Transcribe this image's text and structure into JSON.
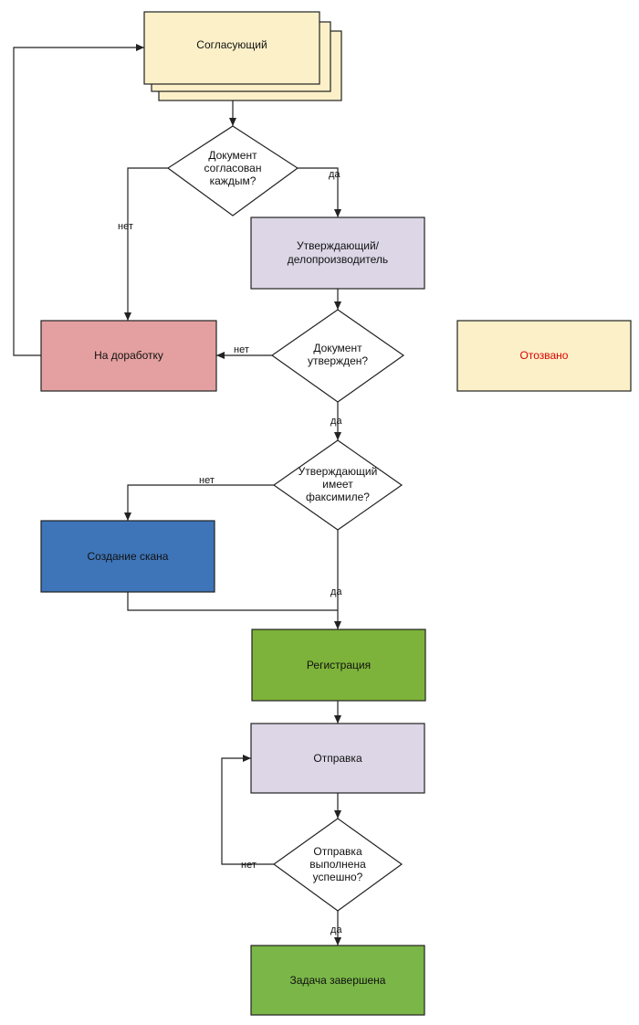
{
  "nodes": {
    "approver": {
      "label": "Согласующий",
      "fill": "#fbf0c8"
    },
    "decision_agreed": {
      "lines": [
        "Документ",
        "согласован",
        "каждым?"
      ]
    },
    "signer": {
      "lines": [
        "Утверждающий/",
        "делопроизводитель"
      ],
      "fill": "#dcd6e6"
    },
    "rework": {
      "label": "На доработку",
      "fill": "#e4a0a0"
    },
    "decision_approved": {
      "lines": [
        "Документ",
        "утвержден?"
      ]
    },
    "revoked": {
      "label": "Отозвано",
      "fill": "#fbf0c8",
      "text_color": "#e00000"
    },
    "decision_facsimile": {
      "lines": [
        "Утверждающий",
        "имеет",
        "факсимиле?"
      ]
    },
    "create_scan": {
      "label": "Создание скана",
      "fill": "#3e75b8"
    },
    "registration": {
      "label": "Регистрация",
      "fill": "#7db33a"
    },
    "sending": {
      "label": "Отправка",
      "fill": "#dcd6e6"
    },
    "decision_sent": {
      "lines": [
        "Отправка",
        "выполнена",
        "успешно?"
      ]
    },
    "task_done": {
      "label": "Задача завершена",
      "fill": "#7ab648"
    }
  },
  "edge_labels": {
    "yes1": "да",
    "no1": "нет",
    "no2": "нет",
    "yes2": "да",
    "no3": "нет",
    "yes3": "да",
    "no4": "нет",
    "yes4": "да"
  }
}
